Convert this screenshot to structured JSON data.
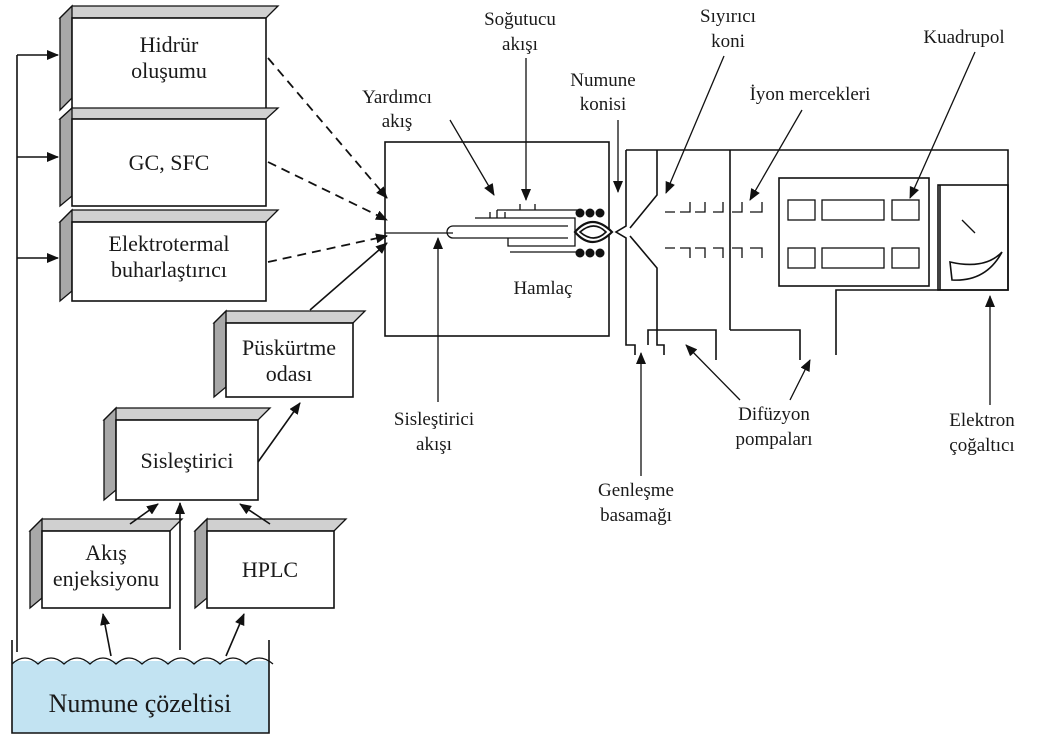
{
  "boxes": {
    "hydride": [
      "Hidrür",
      "oluşumu"
    ],
    "gc_sfc": [
      "GC, SFC"
    ],
    "electrothermal": [
      "Elektrotermal",
      "buharlaştırıcı"
    ],
    "spray_chamber": [
      "Püskürtme",
      "odası"
    ],
    "nebulizer": [
      "Sisleştirici"
    ],
    "flow_injection": [
      "Akış",
      "enjeksiyonu"
    ],
    "hplc": [
      "HPLC"
    ]
  },
  "sample_solution": "Numune çözeltisi",
  "labels": {
    "auxiliary_flow": [
      "Yardımcı",
      "akış"
    ],
    "coolant_flow": [
      "Soğutucu",
      "akışı"
    ],
    "sample_cone": [
      "Numune",
      "konisi"
    ],
    "skimmer_cone": [
      "Sıyırıcı",
      "koni"
    ],
    "ion_lenses": [
      "İyon mercekleri"
    ],
    "quadrupole": [
      "Kuadrupol"
    ],
    "torch": [
      "Hamlaç"
    ],
    "nebulizer_flow": [
      "Sisleştirici",
      "akışı"
    ],
    "expansion_stage": [
      "Genleşme",
      "basamağı"
    ],
    "diffusion_pumps": [
      "Difüzyon",
      "pompaları"
    ],
    "electron_multiplier": [
      "Elektron",
      "çoğaltıcı"
    ]
  },
  "colors": {
    "box_side": "#a8a8a8",
    "box_top": "#d0d0d0",
    "solution": "#c2e3f2",
    "line": "#111111"
  }
}
